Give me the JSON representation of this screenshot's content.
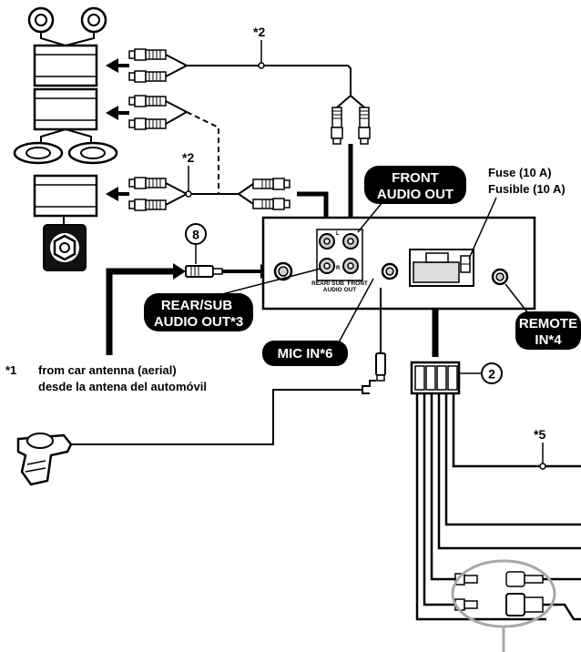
{
  "diagram": {
    "note_rear_amp": "*2",
    "note_front_amp": "*2",
    "note_power_line": "*5",
    "item_usb_adapter": "8",
    "item_power_connector": "2",
    "labels": {
      "front_audio_out_line1": "FRONT",
      "front_audio_out_line2": "AUDIO OUT",
      "rear_sub_line1": "REAR/SUB",
      "rear_sub_line2": "AUDIO OUT*3",
      "mic_in": "MIC IN*6",
      "remote_line1": "REMOTE",
      "remote_line2": "IN*4",
      "fuse_line1": "Fuse (10 A)",
      "fuse_line2": "Fusible (10 A)",
      "antenna_mark": "*1",
      "antenna_line1": "from car antenna (aerial)",
      "antenna_line2": "desde la antena del automóvil"
    },
    "unit_jack_labels": {
      "left": "L",
      "right": "R",
      "line1": "REAR/ SUB  FRONT",
      "line2": "AUDIO OUT"
    }
  }
}
